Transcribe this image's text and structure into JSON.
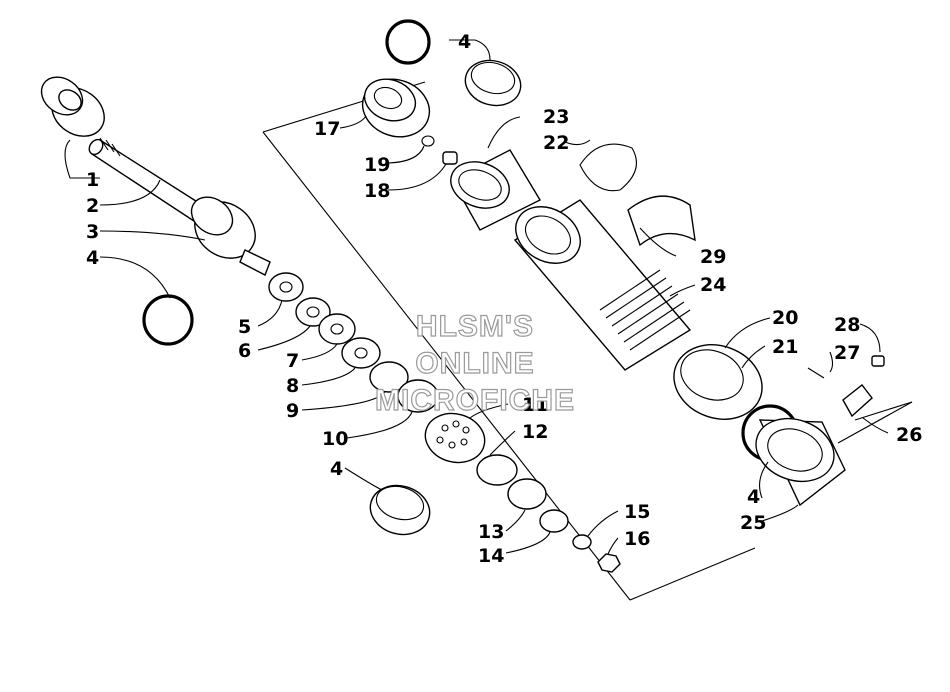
{
  "watermark": {
    "lines": [
      "HLSM'S",
      "ONLINE",
      "MICROFICHE"
    ]
  },
  "callouts": {
    "c1": "1",
    "c2": "2",
    "c3": "3",
    "c4a": "4",
    "c4b": "4",
    "c4c": "4",
    "c4d": "4",
    "c5": "5",
    "c6": "6",
    "c7": "7",
    "c8": "8",
    "c9": "9",
    "c10": "10",
    "c11": "11",
    "c12": "12",
    "c13": "13",
    "c14": "14",
    "c15": "15",
    "c16": "16",
    "c17": "17",
    "c18": "18",
    "c19": "19",
    "c20": "20",
    "c21": "21",
    "c22": "22",
    "c23": "23",
    "c24": "24",
    "c25": "25",
    "c26": "26",
    "c27": "27",
    "c28": "28",
    "c29": "29"
  }
}
